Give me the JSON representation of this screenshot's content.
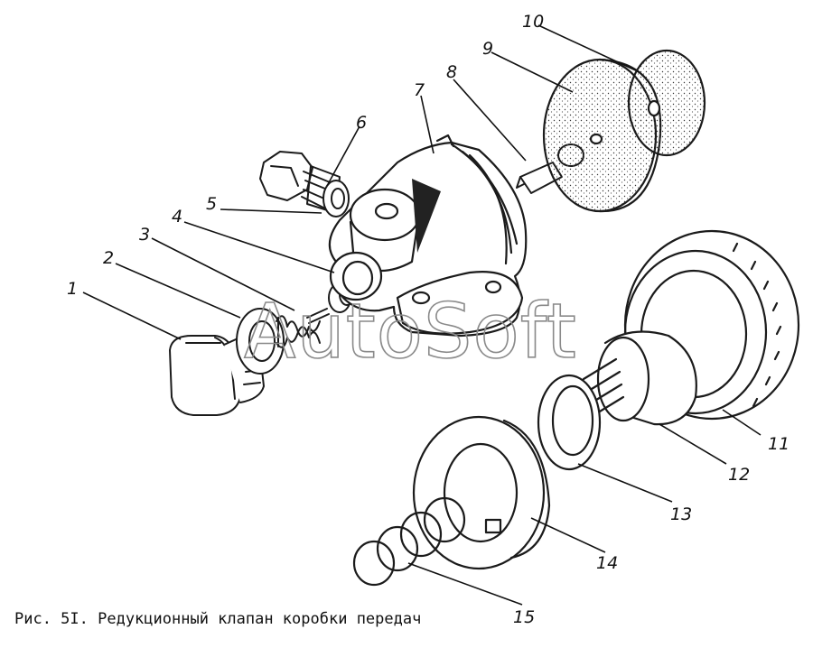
{
  "figure": {
    "caption": "Рис. 5I. Редукционный клапан коробки передач",
    "watermark": "AutoSoft",
    "callouts": [
      "1",
      "2",
      "3",
      "4",
      "5",
      "6",
      "7",
      "8",
      "9",
      "10",
      "11",
      "12",
      "13",
      "14",
      "15"
    ]
  },
  "colors": {
    "ink": "#1b1b1b",
    "watermark": "#8a8a8a",
    "background": "#ffffff"
  }
}
